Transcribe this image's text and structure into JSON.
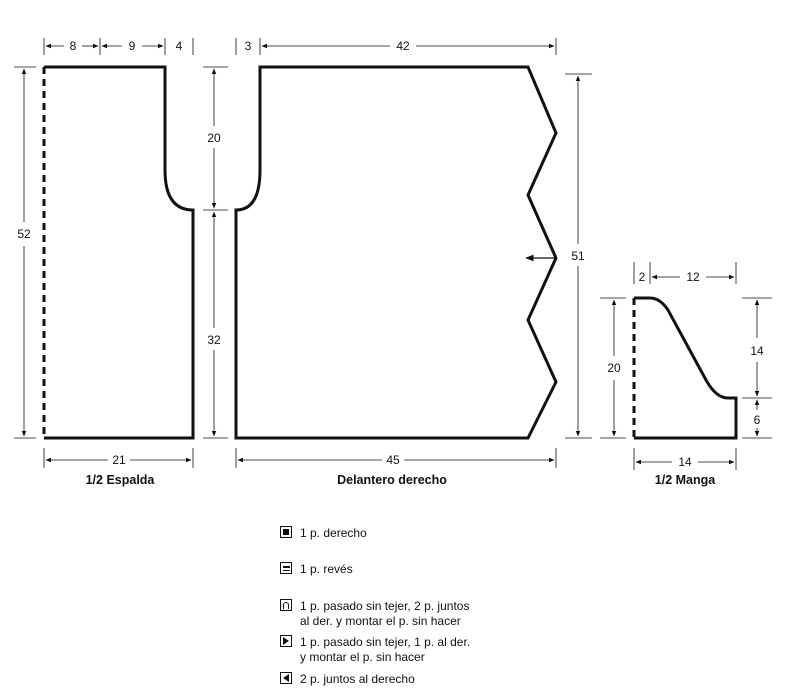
{
  "back_piece": {
    "title": "1/2 Espalda",
    "dims": {
      "top_a": "8",
      "top_b": "9",
      "top_c": "4",
      "height": "52",
      "width": "21"
    }
  },
  "front_piece": {
    "title": "Delantero derecho",
    "dims": {
      "top_a": "3",
      "top_b": "42",
      "armhole": "20",
      "lower": "32",
      "height": "51",
      "width": "45"
    }
  },
  "sleeve_piece": {
    "title": "1/2 Manga",
    "dims": {
      "top_a": "2",
      "top_b": "12",
      "height": "20",
      "upper_right": "14",
      "lower_right": "6",
      "width": "14"
    }
  },
  "legend": [
    {
      "symbol": "filled-square-icon",
      "lines": [
        "1 p. derecho"
      ]
    },
    {
      "symbol": "purl-square-icon",
      "lines": [
        "1 p. revés"
      ]
    },
    {
      "symbol": "arch-square-icon",
      "lines": [
        "1 p. pasado sin tejer, 2 p. juntos",
        "al der. y montar el p. sin hacer"
      ]
    },
    {
      "symbol": "right-triangle-square-icon",
      "lines": [
        "1 p. pasado sin tejer, 1 p. al der.",
        "y montar el p. sin hacer"
      ]
    },
    {
      "symbol": "left-triangle-square-icon",
      "lines": [
        "2 p. juntos al derecho"
      ]
    }
  ]
}
